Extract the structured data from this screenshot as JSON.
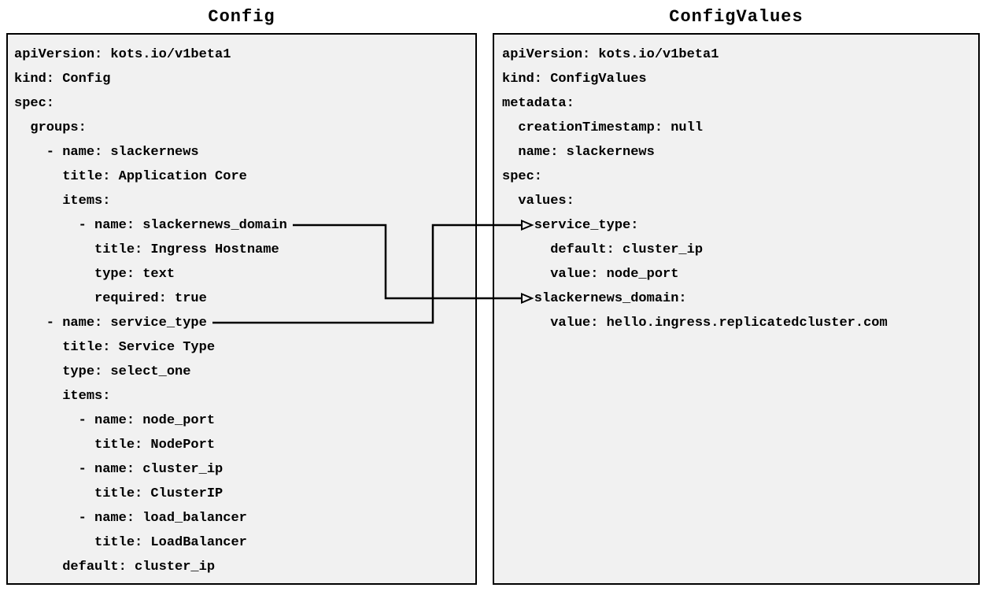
{
  "left_panel": {
    "title": "Config",
    "yaml_lines": [
      "apiVersion: kots.io/v1beta1",
      "kind: Config",
      "spec:",
      "  groups:",
      "    - name: slackernews",
      "      title: Application Core",
      "      items:",
      "        - name: slackernews_domain",
      "          title: Ingress Hostname",
      "          type: text",
      "          required: true",
      "    - name: service_type",
      "      title: Service Type",
      "      type: select_one",
      "      items:",
      "        - name: node_port",
      "          title: NodePort",
      "        - name: cluster_ip",
      "          title: ClusterIP",
      "        - name: load_balancer",
      "          title: LoadBalancer",
      "      default: cluster_ip"
    ]
  },
  "right_panel": {
    "title": "ConfigValues",
    "yaml_lines": [
      "apiVersion: kots.io/v1beta1",
      "kind: ConfigValues",
      "metadata:",
      "  creationTimestamp: null",
      "  name: slackernews",
      "spec:",
      "  values:",
      "    service_type:",
      "      default: cluster_ip",
      "      value: node_port",
      "    slackernews_domain:",
      "      value: hello.ingress.replicatedcluster.com"
    ]
  },
  "connections": [
    {
      "from_field": "slackernews_domain",
      "to_field": "slackernews_domain"
    },
    {
      "from_field": "service_type",
      "to_field": "service_type"
    }
  ],
  "colors": {
    "panel_background": "#f1f1f1",
    "panel_border": "#000000",
    "text": "#000000",
    "connector": "#000000"
  }
}
